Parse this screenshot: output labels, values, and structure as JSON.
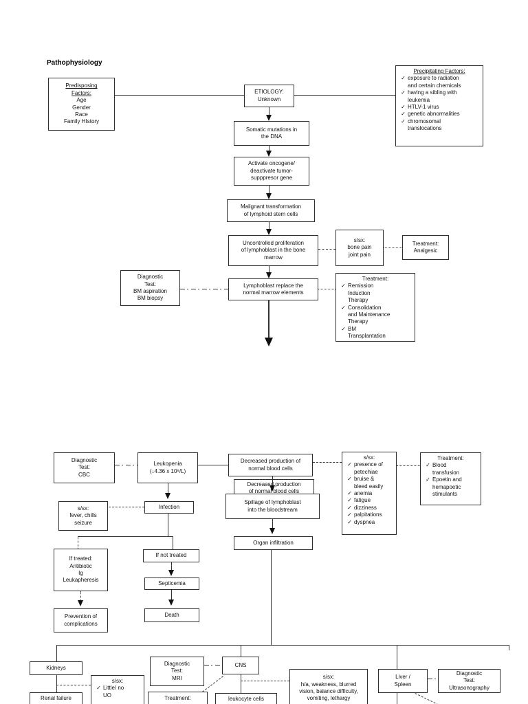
{
  "page": {
    "title": "Pathophysiology"
  },
  "icons": {
    "check": "✓"
  },
  "nodes": {
    "predisposing": {
      "lines": [
        "Predisposing",
        "Factors:",
        "Age",
        "Gender",
        "Race",
        "Family HIstory"
      ]
    },
    "etiology": {
      "lines": [
        "ETIOLOGY:",
        "Unknown"
      ]
    },
    "precipitating": {
      "title": "Precipitating Factors:",
      "items": [
        "exposure to radiation\nand certain chemicals",
        "having a sibling with\nleukemia",
        "HTLV-1 virus",
        "genetic abnormalities",
        "chromosomal\ntranslocations"
      ]
    },
    "somatic": {
      "lines": [
        "Somatic mutations in",
        "the DNA"
      ]
    },
    "activate": {
      "lines": [
        "Activate oncogene/",
        "deactivate tumor-",
        "supppresor gene"
      ]
    },
    "malignant": {
      "lines": [
        "Malignant transformation",
        "of lymphoid stem cells"
      ]
    },
    "uncontrolled": {
      "lines": [
        "Uncontrolled proliferation",
        "of lymphoblast in the bone",
        "marrow"
      ]
    },
    "ssx_bone": {
      "lines": [
        "s/sx:",
        "bone pain",
        "joint pain"
      ]
    },
    "tx_analgesic": {
      "lines": [
        "Treatment:",
        "Analgesic"
      ]
    },
    "lymphoblast": {
      "lines": [
        "Lymphoblast replace the",
        "normal marrow elements"
      ]
    },
    "dx_bm": {
      "lines": [
        "Diagnostic",
        "Test:",
        "BM aspiration",
        "BM biopsy"
      ]
    },
    "tx_remission": {
      "title": "Treatment:",
      "items": [
        "Remission\nInduction\nTherapy",
        "Consolidation\nand Maintenance\nTherapy",
        "BM\nTransplantation"
      ]
    },
    "dx_cbc": {
      "lines": [
        "Diagnostic",
        "Test:",
        "CBC"
      ]
    },
    "leukopenia": {
      "lines": [
        "Leukopenia",
        "(↓4.36 x 10⁹/L)"
      ]
    },
    "decreased1": {
      "lines": [
        "Decreased production of",
        "normal blood cells"
      ]
    },
    "decreased2": {
      "lines": [
        "Decreased production",
        "of normal blood cells"
      ]
    },
    "spillage": {
      "lines": [
        "Spillage of lymphoblast",
        "into the bloodstream"
      ]
    },
    "ssx_petechiae": {
      "title": "s/sx:",
      "items": [
        "presence of\npetechiae",
        "bruise &\nbleed easily",
        "anemia",
        "fatigue",
        "dizziness",
        "palpitations",
        "dyspnea"
      ]
    },
    "tx_blood": {
      "title": "Treatment:",
      "items": [
        "Blood\ntransfusion",
        "Epoetin and\nhemapoetic\nstimulants"
      ]
    },
    "ssx_fever": {
      "lines": [
        "s/sx:",
        "fever, chills",
        "seizure"
      ]
    },
    "infection": {
      "lines": [
        "Infection"
      ]
    },
    "organ": {
      "lines": [
        "Organ infiltration"
      ]
    },
    "if_treated": {
      "lines": [
        "If treated:",
        "Antibiotic",
        "Ig",
        "Leukapheresis"
      ]
    },
    "if_not_treated": {
      "lines": [
        "If not treated"
      ]
    },
    "septicemia": {
      "lines": [
        "Septicemia"
      ]
    },
    "death": {
      "lines": [
        "Death"
      ]
    },
    "prevention": {
      "lines": [
        "Prevention of",
        "complications"
      ]
    },
    "kidneys": {
      "lines": [
        "Kidneys"
      ]
    },
    "renal": {
      "lines": [
        "Renal failure"
      ]
    },
    "ssx_uo": {
      "title": "s/sx:",
      "items": [
        "Little/ no\nUO"
      ]
    },
    "dx_mri": {
      "lines": [
        "Diagnostic",
        "Test:",
        "MRI"
      ]
    },
    "cns": {
      "lines": [
        "CNS"
      ]
    },
    "tx_bottom": {
      "lines": [
        "Treatment:"
      ]
    },
    "leukocyte": {
      "lines": [
        "leukocyte cells"
      ]
    },
    "ssx_ha": {
      "lines": [
        "s/sx:",
        "h/a, weakness, blurred",
        "vision, balance difficulty,",
        "vomiting, lethargy"
      ]
    },
    "liver": {
      "lines": [
        "Liver /",
        "Spleen"
      ]
    },
    "dx_ultra": {
      "lines": [
        "Diagnostic",
        "Test:",
        "Ultrasonography"
      ]
    }
  }
}
